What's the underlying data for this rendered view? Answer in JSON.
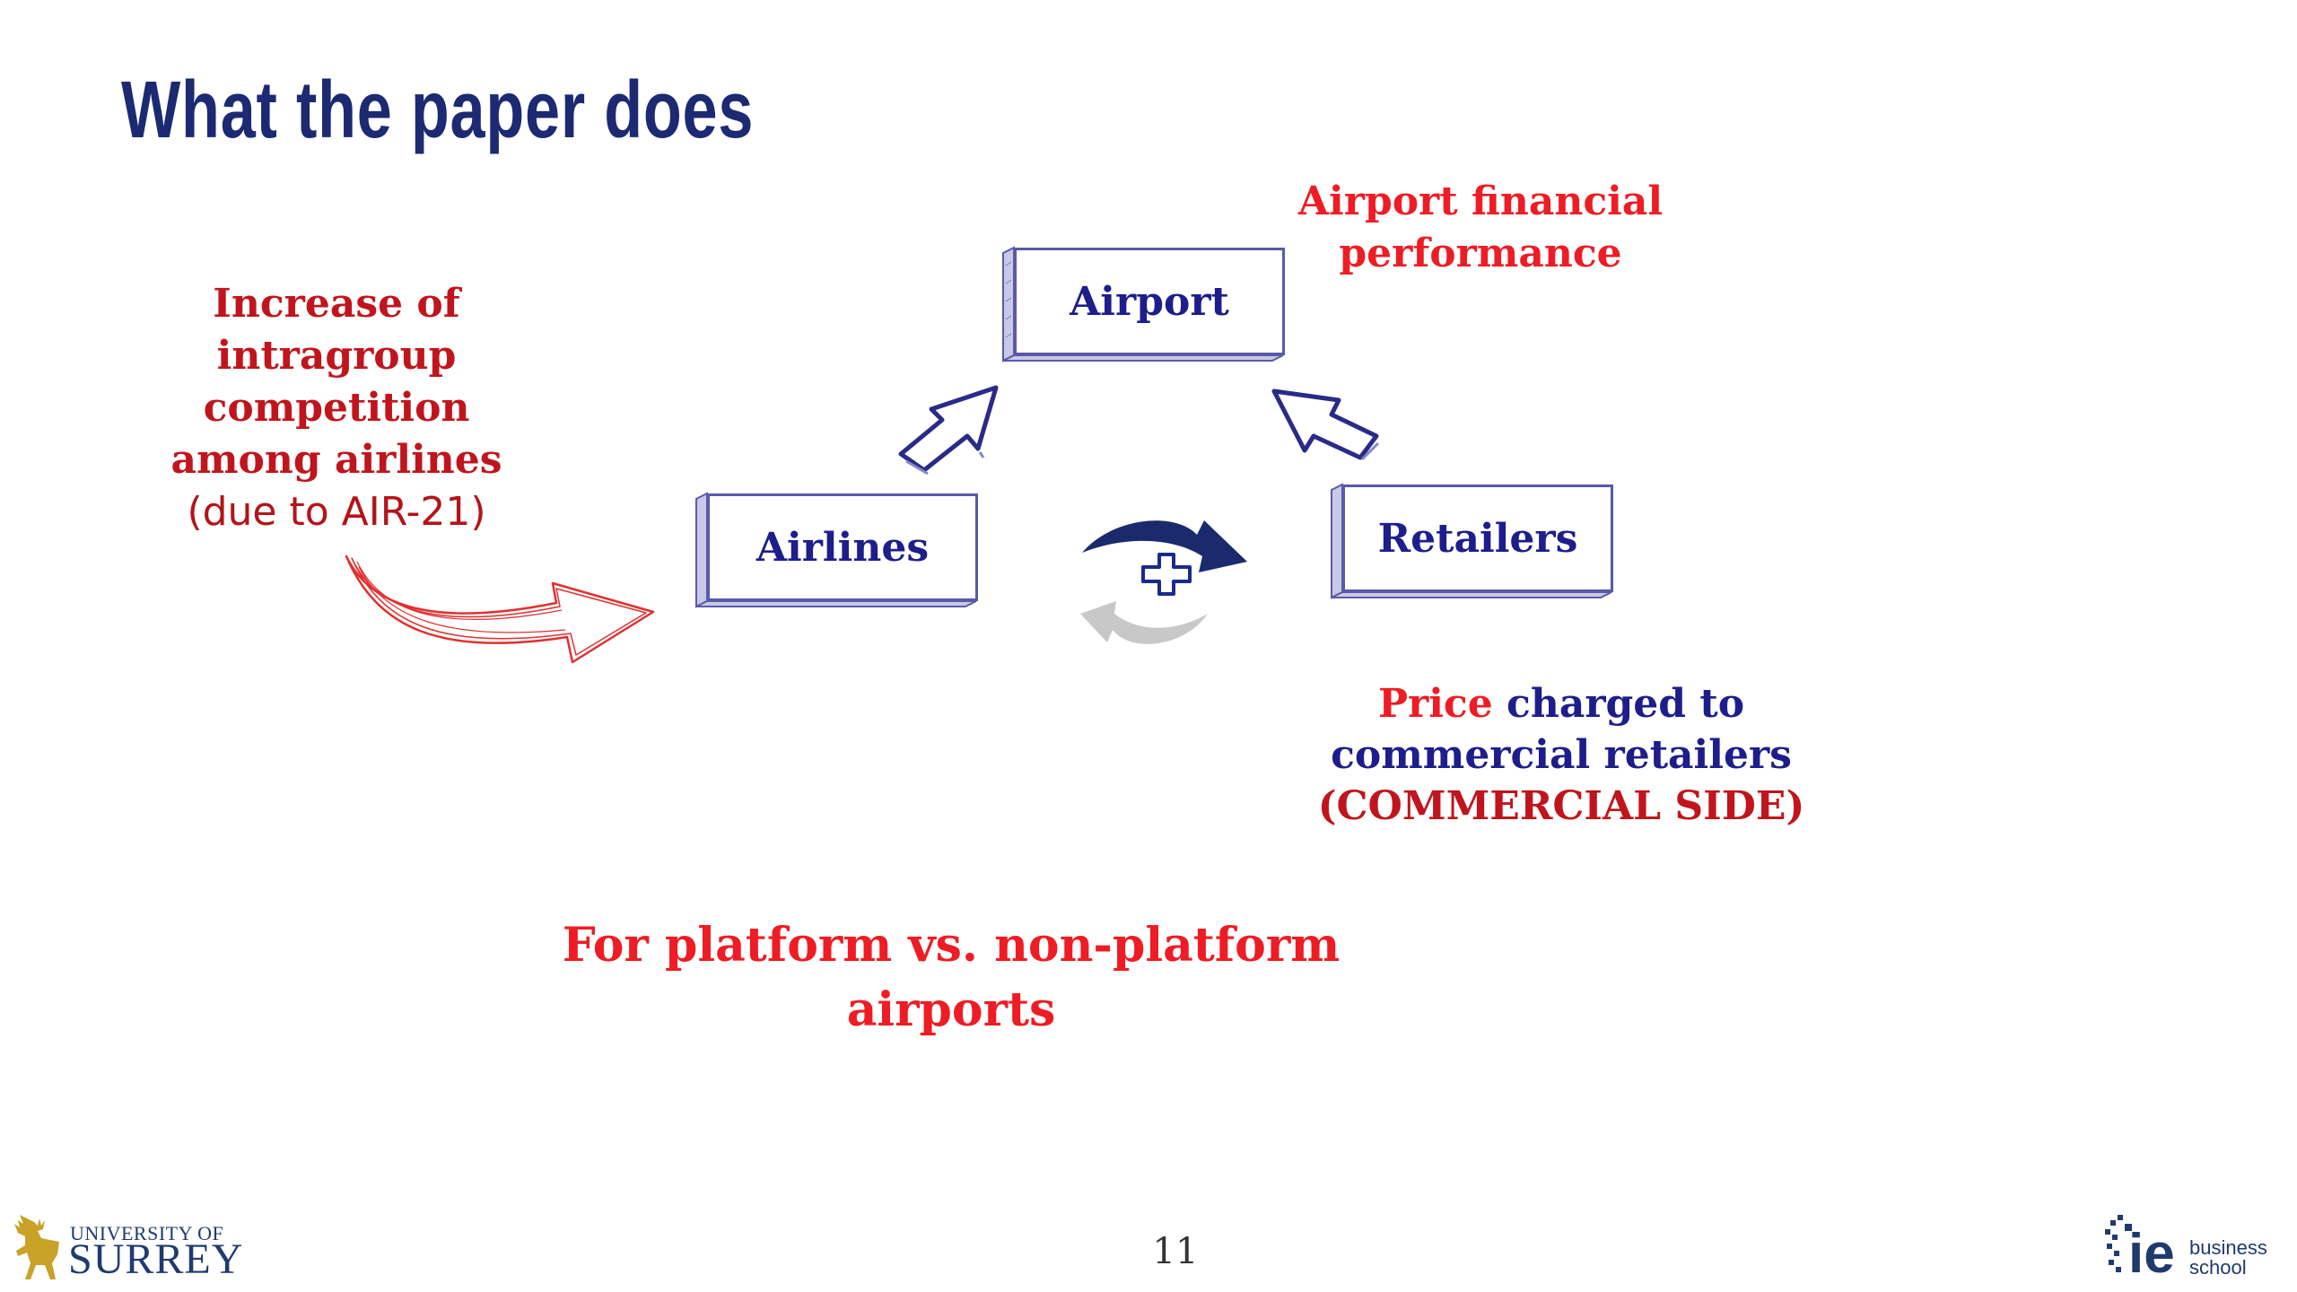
{
  "title": "What the paper does",
  "left_text": {
    "line1": "Increase of",
    "line2": "intragroup",
    "line3": "competition",
    "line4": "among airlines",
    "line5": "(due to AIR-21)"
  },
  "nodes": {
    "airport": "Airport",
    "airlines": "Airlines",
    "retailers": "Retailers"
  },
  "financial_text": {
    "line1": "Airport financial",
    "line2": "performance"
  },
  "price_text": {
    "price": "Price",
    "rest1": " charged to",
    "line2": "commercial retailers",
    "line3": "(COMMERCIAL SIDE)"
  },
  "footnote": {
    "line1": "For platform vs. non-platform",
    "line2": "airports"
  },
  "page_number": "11",
  "logos": {
    "surrey_line1": "UNIVERSITY OF",
    "surrey_line2": "SURREY",
    "ie_mark": "ie",
    "ie_line1": "business",
    "ie_line2": "school"
  },
  "colors": {
    "title": "#1b2a72",
    "dark_red": "#c0151c",
    "bright_red": "#ee1c24",
    "navy": "#1d1d8c",
    "cycle_arrow_dark": "#1a2a6c",
    "cycle_arrow_light": "#c8c8c8"
  },
  "icons": {
    "left_arrow": "curved-right-arrow-icon",
    "up_right_arrow": "arrow-up-right-icon",
    "up_left_arrow": "arrow-up-left-icon",
    "cycle": "cycle-arrows-plus-icon"
  }
}
